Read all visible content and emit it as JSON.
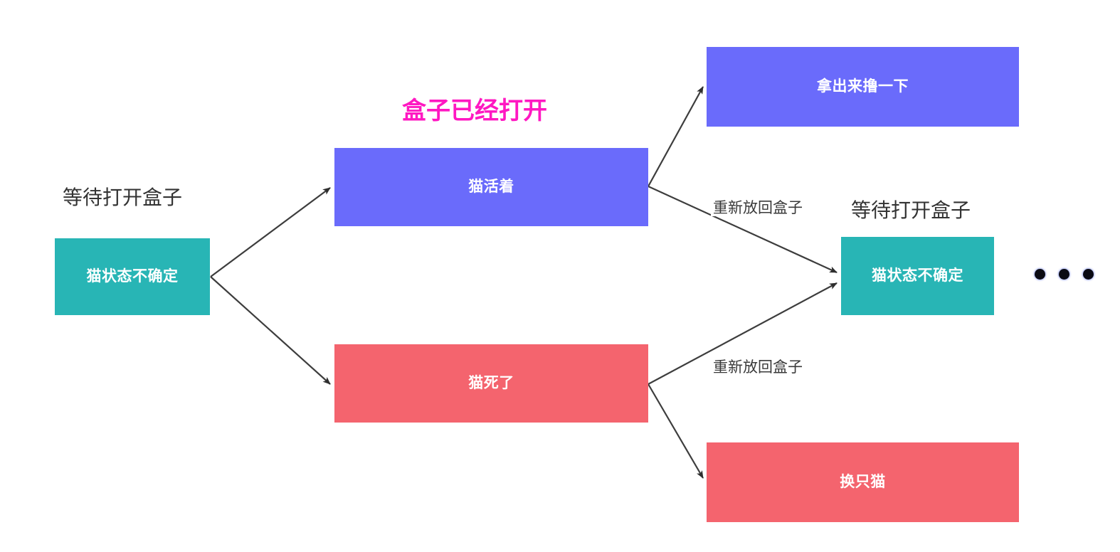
{
  "diagram": {
    "title_note": "盒子已经打开",
    "palette": {
      "teal": "#28b5b5",
      "blue": "#6a6bfb",
      "red": "#f4646e",
      "pink_text": "#ff18c2",
      "caption_text": "#333333",
      "edge_stroke": "#3d3d3d",
      "background": "#ffffff"
    },
    "captions": [
      {
        "id": "caption-left",
        "text": "等待打开盒子"
      },
      {
        "id": "caption-right",
        "text": "等待打开盒子"
      }
    ],
    "nodes": [
      {
        "id": "node-start-uncertain",
        "label": "猫状态不确定",
        "color": "teal"
      },
      {
        "id": "node-cat-alive",
        "label": "猫活着",
        "color": "blue"
      },
      {
        "id": "node-cat-dead",
        "label": "猫死了",
        "color": "red"
      },
      {
        "id": "node-pet-the-cat",
        "label": "拿出来撸一下",
        "color": "blue"
      },
      {
        "id": "node-swap-cat",
        "label": "换只猫",
        "color": "red"
      },
      {
        "id": "node-end-uncertain",
        "label": "猫状态不确定",
        "color": "teal"
      }
    ],
    "edges": [
      {
        "id": "edge-start-to-alive",
        "from": "node-start-uncertain",
        "to": "node-cat-alive",
        "label": ""
      },
      {
        "id": "edge-start-to-dead",
        "from": "node-start-uncertain",
        "to": "node-cat-dead",
        "label": ""
      },
      {
        "id": "edge-alive-to-pet",
        "from": "node-cat-alive",
        "to": "node-pet-the-cat",
        "label": ""
      },
      {
        "id": "edge-alive-to-end",
        "from": "node-cat-alive",
        "to": "node-end-uncertain",
        "label": "重新放回盒子"
      },
      {
        "id": "edge-dead-to-end",
        "from": "node-cat-dead",
        "to": "node-end-uncertain",
        "label": "重新放回盒子"
      },
      {
        "id": "edge-dead-to-swap",
        "from": "node-cat-dead",
        "to": "node-swap-cat",
        "label": ""
      }
    ],
    "continuation": {
      "id": "ellipsis",
      "symbol": "• • •",
      "dot_count": 3
    }
  }
}
